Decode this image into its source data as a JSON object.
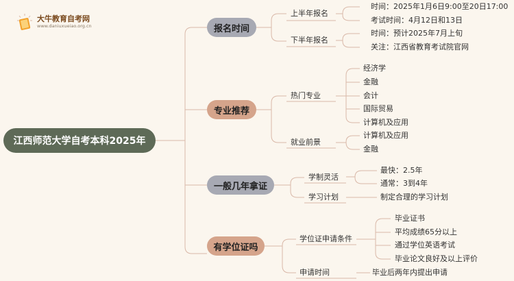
{
  "logo": {
    "title": "大牛教育自考网",
    "url": "www.daniuxueiao.org.cn"
  },
  "root": "江西师范大学自考本科2025年",
  "categories": [
    {
      "label": "报名时间",
      "subs": [
        {
          "label": "上半年报名",
          "items": [
            "时间：2025年1月6日9:00至20日17:00",
            "考试时间：4月12日和13日"
          ]
        },
        {
          "label": "下半年报名",
          "items": [
            "时间：预计2025年7月上旬",
            "关注：江西省教育考试院官网"
          ]
        }
      ]
    },
    {
      "label": "专业推荐",
      "subs": [
        {
          "label": "热门专业",
          "items": [
            "经济学",
            "金融",
            "会计",
            "国际贸易",
            "计算机及应用"
          ]
        },
        {
          "label": "就业前景",
          "items": [
            "计算机及应用",
            "金融"
          ]
        }
      ]
    },
    {
      "label": "一般几年拿证",
      "subs": [
        {
          "label": "学制灵活",
          "items": [
            "最快：2.5年",
            "通常：3到4年"
          ]
        },
        {
          "label": "学习计划",
          "items": [
            "制定合理的学习计划"
          ]
        }
      ]
    },
    {
      "label": "有学位证吗",
      "subs": [
        {
          "label": "学位证申请条件",
          "items": [
            "毕业证书",
            "平均成绩65分以上",
            "通过学位英语考试",
            "毕业论文良好及以上评价"
          ]
        },
        {
          "label": "申请时间",
          "items": [
            "毕业后两年内提出申请"
          ]
        }
      ]
    }
  ]
}
